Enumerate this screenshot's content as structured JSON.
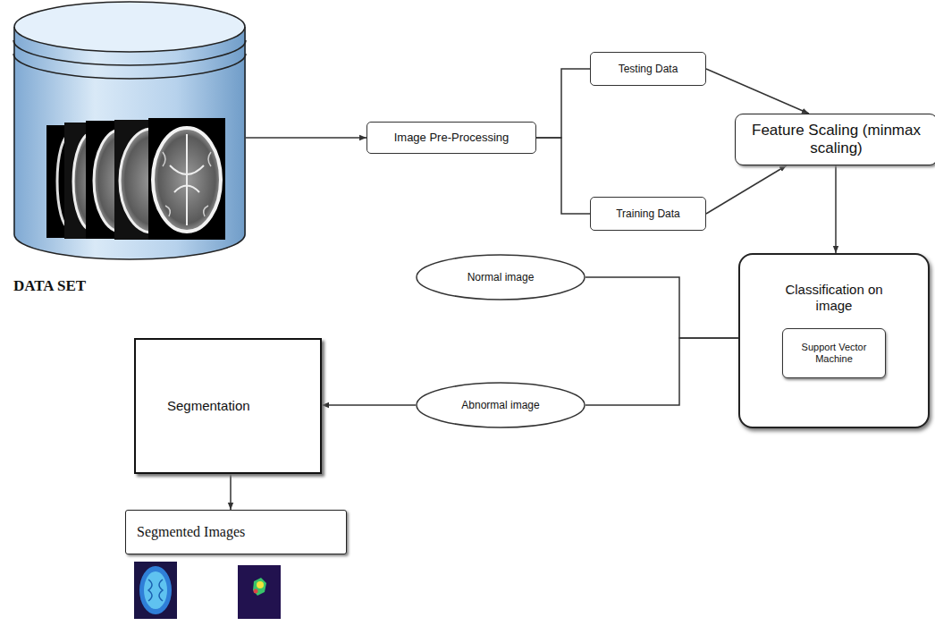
{
  "diagram": {
    "nodes": [
      {
        "text": [
          "DATA SET"
        ]
      },
      {
        "text": [
          "Image Pre-Processing"
        ]
      },
      {
        "text": [
          "Testing Data"
        ]
      },
      {
        "text": [
          "Training Data"
        ]
      },
      {
        "text": [
          "Feature Scaling (minmax scaling)"
        ]
      },
      {
        "text": [
          "Classification on image"
        ]
      },
      {
        "text": [
          "Support Vector Machine"
        ],
        "in": 5
      },
      {
        "text": [
          "Normal image"
        ]
      },
      {
        "text": [
          "Abnormal image"
        ]
      },
      {
        "text": [
          "Segmentation"
        ]
      },
      {
        "text": [
          "Segmented Images"
        ]
      }
    ],
    "edges": [
      {
        "from": 0,
        "to": 1,
        "arrow": "to"
      },
      {
        "from": 1,
        "to": 2,
        "arrow": "none"
      },
      {
        "from": 1,
        "to": 3,
        "arrow": "none"
      },
      {
        "from": 2,
        "to": 4,
        "arrow": "to"
      },
      {
        "from": 3,
        "to": 4,
        "arrow": "to"
      },
      {
        "from": 4,
        "to": 5,
        "arrow": "to"
      },
      {
        "from": 5,
        "to": 7,
        "arrow": "none"
      },
      {
        "from": 5,
        "to": 8,
        "arrow": "none"
      },
      {
        "from": 8,
        "to": 9,
        "arrow": "to"
      },
      {
        "from": 9,
        "to": 10,
        "arrow": "to"
      }
    ]
  }
}
